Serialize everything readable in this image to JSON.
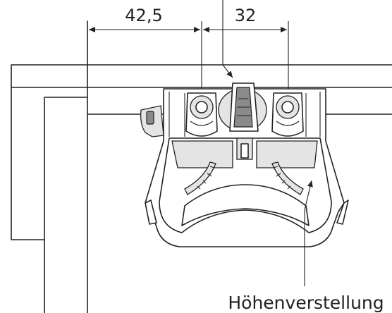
{
  "dimensions": {
    "left": "42,5",
    "right": "32"
  },
  "label": "Höhenverstellung",
  "colors": {
    "stroke": "#222222",
    "background": "#ffffff",
    "shade": "#e4e4e4"
  }
}
